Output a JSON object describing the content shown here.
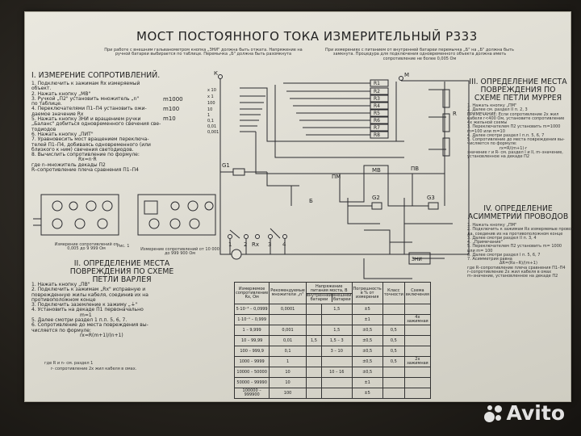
{
  "plate": {
    "title": "МОСТ ПОСТОЯННОГО ТОКА ИЗМЕРИТЕЛЬНЫЙ Р333",
    "note_top_center": "При работе с внешним гальванометром кнопка „ЗНИ\" должна быть отжата. Напряжение на ручной батареи выбирается по таблице. Перемычка „Б\" должна быть разомкнута",
    "note_top_right": "При измерениях с питанием от внутренней батареи перемычка „Б\" на „Б\" должна быть замкнута. Процедура для подключения одновременного объекта должна иметь сопротивление не более 0,005 Ом",
    "color_plate": "#e3e1d8",
    "color_ink": "#2a2a2e"
  },
  "sections": {
    "s1": {
      "heading": "I. ИЗМЕРЕНИЕ СОПРОТИВЛЕНИЙ.",
      "lines": [
        "1. Подключить к зажимам Rx измеряемый",
        "объект.",
        "2. Нажать кнопку „МВ\"",
        "3. Ручкой „П2\" установить множитель „n\"",
        "по таблице.",
        "4. Переключателями П1–П4 установить ожи-",
        "даемое значение Rx",
        "5. Нажать кнопку ЗНИ и вращением ручки",
        "„Баланс\" добиться одновременного свечения све-",
        "тодиодов",
        "6. Нажать кнопку „ПИТ\"",
        "7. Уравновесить мост вращением переключа-",
        "телей П1–П4, добиваясь одновременного (или",
        "близкого к ним) свечения светодиодов.",
        "8. Вычислить сопротивление по формуле:",
        "Rx=n·R",
        "где n–множитель декады П2",
        "R–сопротивление плеча сравнения П1–П4"
      ],
      "multipliers": [
        "m1000",
        "m100",
        "m10"
      ]
    },
    "s2": {
      "heading": "II. ОПРЕДЕЛЕНИЕ МЕСТА ПОВРЕЖДЕНИЯ ПО СХЕМЕ ПЕТЛИ ВАРЛЕЯ",
      "lines": [
        "1. Нажать кнопку „ПВ\"",
        "2. Подключить к зажимам „Rx\" исправную и",
        "поврежденную жилы кабеля, соединив их на",
        "противоположном конце",
        "3. Подключить заземление к зажиму „⏚\"",
        "4. Установить на декаде П1 первоначально",
        "m=1",
        "5. Далее смотри раздел 1 п.п. 5, 6, 7.",
        "6. Сопротивление до места повреждения вы-",
        "числяется по формуле:",
        "rx=R(m+1)/(n+1)"
      ],
      "footnote": [
        "где R и n- см. раздел 1",
        "r- сопротивление 2х жил кабеля в омах."
      ]
    },
    "s3": {
      "heading": "III. ОПРЕДЕЛЕНИЕ МЕСТА ПОВРЕЖДЕНИЯ ПО СХЕМЕ ПЕТЛИ МУРРЕЯ",
      "lines": [
        "1. Нажать кнопку „ПМ\"",
        "2. Далее см. раздел II п. 2, 3",
        "ПРИМЕЧАНИЕ: Если сопротивление 2х жил",
        "кабеля r<400 Ом, установите сопротивление",
        "4х жильной схемы",
        "3. Переключателем П2 установить m=1000",
        "m=100 или m=10",
        "4. Далее смотри раздел I п.п. 5, 6, 7",
        "5. Сопротивление до места повреждения вы-",
        "числяется по формуле:",
        "rx=R/(m+1)·r"
      ],
      "footnote": "значение r и R- см. раздел I и II, m–значение, установленное на декаде П2"
    },
    "s4": {
      "heading": "IV. ОПРЕДЕЛЕНИЕ АСИММЕТРИИ ПРОВОДОВ",
      "lines": [
        "1. Нажать кнопку „ПМ\"",
        "2. Подключить к зажимам Rx измеряемые прово-",
        "да, соединив их на противоположном конце",
        "3. Далее смотри раздел II п. 3, 4",
        "4. „Примечание\"",
        "5. Переключателем П2 установить m= 1000",
        "или m= 100",
        "6. Далее смотри раздел I п. 5, 6, 7",
        "7. Асимметрия равна",
        "ΔR=(Rx−R)/(m+1)",
        "где R–сопротивление плеча сравнения П1–П4",
        "r–сопротивление 2х жил кабеля в омах",
        "m–значение, установленное на декаде П2"
      ]
    }
  },
  "circuit": {
    "terminal_k": "К",
    "terminal_m": "М",
    "decades": [
      "x 10",
      "x 1",
      "100",
      "10",
      "1",
      "0,1",
      "0,01",
      "0,001"
    ],
    "resistors": [
      "R1",
      "R2",
      "R3",
      "R4",
      "R5",
      "R6",
      "R7",
      "R8"
    ],
    "r_label": "R",
    "switch_labels": [
      "G1",
      "Б",
      "ПМ",
      "МВ",
      "ПВ",
      "G2",
      "G3",
      "ЗНИ"
    ],
    "bottom_terminals": [
      "1",
      "2",
      "Rx",
      "3",
      "4"
    ]
  },
  "panel_diagrams": {
    "caption_left": "Измерение сопротивлений от 0,005 до 9 999 Ом",
    "caption_mid": "Рис. 1",
    "caption_right": "Измерение сопротивлений от 10 000 до 999 900 Ом"
  },
  "table": {
    "headers": [
      "Измеряемое сопротивление Rx, Ом",
      "Рекомендуемые множители „n\"",
      "Напряжение питания моста, В",
      "Погрешность в % от измерения",
      "Класс точности",
      "Схема включения"
    ],
    "subheaders": [
      "внутренней батареи",
      "внешней батареи"
    ],
    "rows": [
      [
        "5·10⁻³ – 0,0999",
        "0,0001",
        "",
        "1,5",
        "±5",
        "",
        ""
      ],
      [
        "1·10⁻¹ – 0,999",
        "",
        "",
        "",
        "±1",
        "",
        "4х зажимная"
      ],
      [
        "1 – 9,999",
        "0,001",
        "",
        "1,5",
        "±0,5",
        "0,5",
        ""
      ],
      [
        "10 – 99,99",
        "0,01",
        "1,5",
        "1,5 – 3",
        "±0,5",
        "0,5",
        ""
      ],
      [
        "100 – 999,9",
        "0,1",
        "",
        "3 – 10",
        "±0,5",
        "0,5",
        ""
      ],
      [
        "1000 – 9999",
        "1",
        "",
        "",
        "±0,5",
        "0,5",
        "2х зажимная"
      ],
      [
        "10000 – 50000",
        "10",
        "",
        "10 – 16",
        "±0,5",
        "",
        ""
      ],
      [
        "50000 – 99990",
        "10",
        "",
        "",
        "±1",
        "",
        ""
      ],
      [
        "100000 – 999900",
        "100",
        "",
        "",
        "±5",
        "",
        ""
      ]
    ]
  },
  "watermark": {
    "text": "Avito"
  }
}
